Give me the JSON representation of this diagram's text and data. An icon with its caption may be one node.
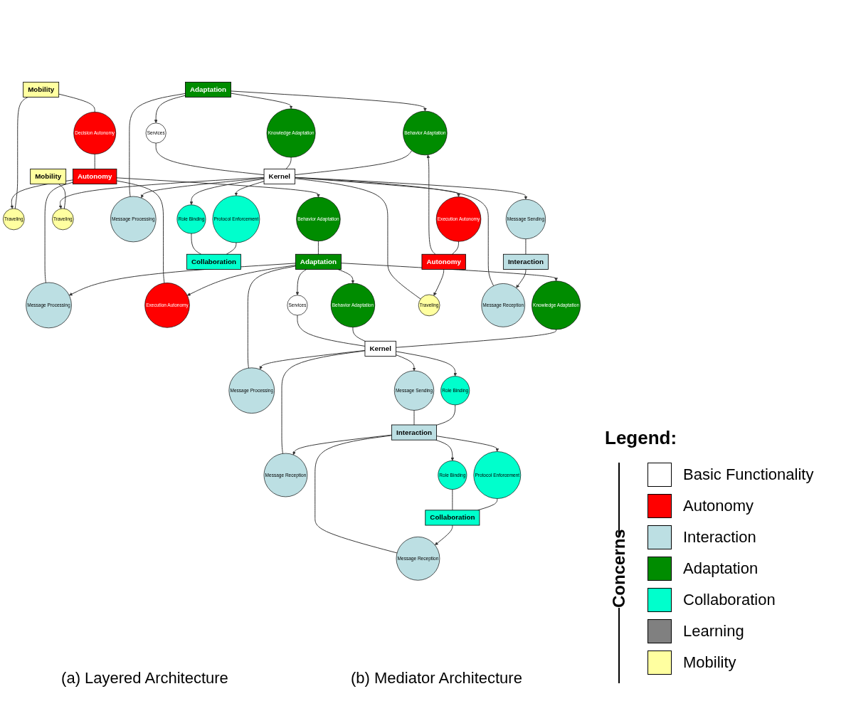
{
  "diagram": {
    "nodes": [
      {
        "text": [
          "Mobility"
        ]
      },
      {
        "text": [
          "Traveling"
        ]
      },
      {
        "text": [
          "Decision Autonomy"
        ]
      },
      {
        "text": [
          "Autonomy"
        ]
      },
      {
        "text": [
          "Behavior Adaptation"
        ]
      },
      {
        "text": [
          "Message Processing"
        ]
      },
      {
        "text": [
          "Execution Autonomy"
        ]
      },
      {
        "text": [
          "Adaptation"
        ]
      },
      {
        "text": [
          "Knowledge Adaptation"
        ]
      },
      {
        "text": [
          "Behavior Adaptation"
        ]
      },
      {
        "text": [
          "Services"
        ]
      },
      {
        "text": [
          "Message Processing"
        ]
      },
      {
        "text": [
          "Kernel"
        ]
      },
      {
        "text": [
          "Message Sending"
        ]
      },
      {
        "text": [
          "Role Binding"
        ]
      },
      {
        "text": [
          "Message Reception"
        ]
      },
      {
        "text": [
          "Interaction"
        ]
      },
      {
        "text": [
          "Protocol Enforcement"
        ]
      },
      {
        "text": [
          "Role Binding"
        ]
      },
      {
        "text": [
          "Message Reception"
        ]
      },
      {
        "text": [
          "Collaboration"
        ]
      },
      {
        "text": [
          "Mobility"
        ]
      },
      {
        "text": [
          "Traveling"
        ]
      },
      {
        "text": [
          "Adaptation"
        ]
      },
      {
        "text": [
          "Knowledge Adaptation"
        ]
      },
      {
        "text": [
          "Behavior Adaptation"
        ]
      },
      {
        "text": [
          "Services"
        ]
      },
      {
        "text": [
          "Message Processing"
        ]
      },
      {
        "text": [
          "Protocol Enforcement"
        ]
      },
      {
        "text": [
          "Autonomy"
        ]
      },
      {
        "text": [
          "Traveling"
        ]
      },
      {
        "text": [
          "Execution Autonomy"
        ]
      },
      {
        "text": [
          "Kernel"
        ]
      },
      {
        "text": [
          "Collaboration"
        ]
      },
      {
        "text": [
          "Role Binding"
        ]
      },
      {
        "text": [
          "Message Sending"
        ]
      },
      {
        "text": [
          "Message Reception"
        ]
      },
      {
        "text": [
          "Interaction"
        ]
      }
    ],
    "edges": [
      {
        "from": 0,
        "to": 2,
        "arrow": "none"
      },
      {
        "from": 2,
        "to": 3,
        "arrow": "none"
      },
      {
        "from": 0,
        "to": 1,
        "arrow": "none"
      },
      {
        "from": 3,
        "to": 1,
        "arrow": "to"
      },
      {
        "from": 3,
        "to": 4,
        "arrow": "to"
      },
      {
        "from": 4,
        "to": 7,
        "arrow": "none"
      },
      {
        "from": 5,
        "to": 3,
        "arrow": "none"
      },
      {
        "from": 7,
        "to": 5,
        "arrow": "to"
      },
      {
        "from": 6,
        "to": 3,
        "arrow": "none"
      },
      {
        "from": 7,
        "to": 6,
        "arrow": "to"
      },
      {
        "from": 7,
        "to": 8,
        "arrow": "to"
      },
      {
        "from": 8,
        "to": 12,
        "arrow": "none"
      },
      {
        "from": 7,
        "to": 9,
        "arrow": "to"
      },
      {
        "from": 9,
        "to": 12,
        "arrow": "none"
      },
      {
        "from": 7,
        "to": 10,
        "arrow": "to"
      },
      {
        "from": 10,
        "to": 12,
        "arrow": "none"
      },
      {
        "from": 11,
        "to": 7,
        "arrow": "none"
      },
      {
        "from": 12,
        "to": 11,
        "arrow": "to"
      },
      {
        "from": 12,
        "to": 14,
        "arrow": "to"
      },
      {
        "from": 14,
        "to": 16,
        "arrow": "none"
      },
      {
        "from": 12,
        "to": 13,
        "arrow": "to"
      },
      {
        "from": 13,
        "to": 16,
        "arrow": "none"
      },
      {
        "from": 15,
        "to": 12,
        "arrow": "none"
      },
      {
        "from": 16,
        "to": 15,
        "arrow": "to"
      },
      {
        "from": 16,
        "to": 17,
        "arrow": "to"
      },
      {
        "from": 17,
        "to": 20,
        "arrow": "none"
      },
      {
        "from": 16,
        "to": 18,
        "arrow": "to"
      },
      {
        "from": 18,
        "to": 20,
        "arrow": "none"
      },
      {
        "from": 19,
        "to": 16,
        "arrow": "none"
      },
      {
        "from": 20,
        "to": 19,
        "arrow": "to"
      },
      {
        "from": 21,
        "to": 22,
        "arrow": "none"
      },
      {
        "from": 32,
        "to": 22,
        "arrow": "to"
      },
      {
        "from": 23,
        "to": 25,
        "arrow": "to"
      },
      {
        "from": 29,
        "to": 25,
        "arrow": "to"
      },
      {
        "from": 25,
        "to": 32,
        "arrow": "none"
      },
      {
        "from": 23,
        "to": 24,
        "arrow": "to"
      },
      {
        "from": 24,
        "to": 32,
        "arrow": "none"
      },
      {
        "from": 23,
        "to": 26,
        "arrow": "to"
      },
      {
        "from": 26,
        "to": 32,
        "arrow": "none"
      },
      {
        "from": 27,
        "to": 23,
        "arrow": "none"
      },
      {
        "from": 32,
        "to": 27,
        "arrow": "to"
      },
      {
        "from": 32,
        "to": 28,
        "arrow": "to"
      },
      {
        "from": 28,
        "to": 33,
        "arrow": "none"
      },
      {
        "from": 29,
        "to": 30,
        "arrow": "to"
      },
      {
        "from": 30,
        "to": 32,
        "arrow": "none"
      },
      {
        "from": 32,
        "to": 31,
        "arrow": "to"
      },
      {
        "from": 31,
        "to": 29,
        "arrow": "none"
      },
      {
        "from": 32,
        "to": 34,
        "arrow": "to"
      },
      {
        "from": 34,
        "to": 33,
        "arrow": "none"
      },
      {
        "from": 32,
        "to": 35,
        "arrow": "to"
      },
      {
        "from": 35,
        "to": 37,
        "arrow": "none"
      },
      {
        "from": 36,
        "to": 32,
        "arrow": "none"
      },
      {
        "from": 37,
        "to": 36,
        "arrow": "to"
      }
    ],
    "labels": [
      "(a) Layered Architecture",
      "(b) Mediator Architecture",
      "Legend:",
      "Concerns"
    ],
    "legend": [
      {
        "text": "Basic Functionality",
        "color": "#ffffff"
      },
      {
        "text": "Autonomy",
        "color": "#ff0000"
      },
      {
        "text": "Interaction",
        "color": "#bcdfe3"
      },
      {
        "text": "Adaptation",
        "color": "#008c00"
      },
      {
        "text": "Collaboration",
        "color": "#00ffcc"
      },
      {
        "text": "Learning",
        "color": "#808080"
      },
      {
        "text": "Mobility",
        "color": "#ffffa0"
      }
    ]
  }
}
